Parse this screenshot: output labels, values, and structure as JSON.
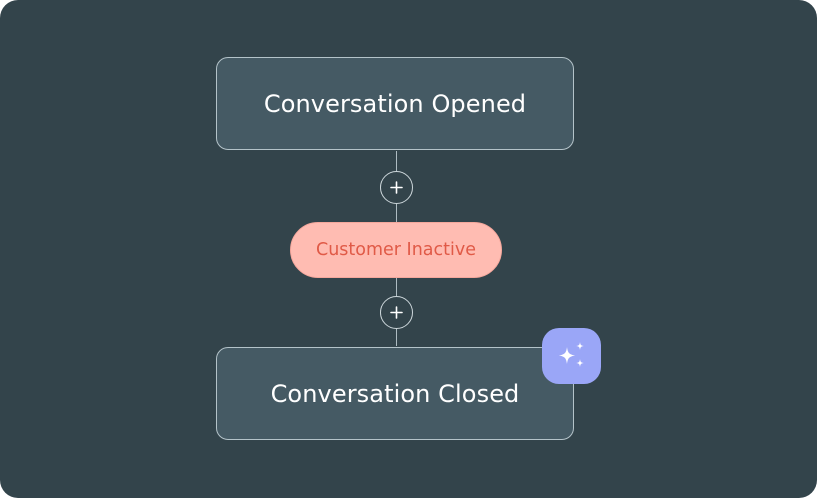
{
  "flow": {
    "steps": [
      {
        "label": "Conversation Opened"
      },
      {
        "label": "Conversation Closed"
      }
    ],
    "condition": {
      "label": "Customer Inactive"
    },
    "add_buttons": [
      {
        "icon": "plus-icon"
      },
      {
        "icon": "plus-icon"
      }
    ],
    "ai_badge": {
      "icon": "sparkles-icon"
    }
  },
  "colors": {
    "background": "#33444b",
    "card": "#455a64",
    "card_border": "#b4c3c9",
    "condition_fill": "#ffbcb2",
    "condition_text": "#e05a47",
    "ai_badge": "#9aa6f7"
  }
}
